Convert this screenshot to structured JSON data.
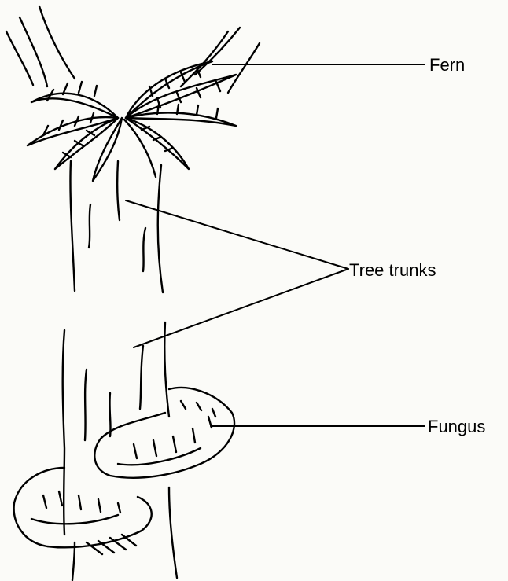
{
  "labels": {
    "fern": "Fern",
    "tree_trunks": "Tree trunks",
    "fungus": "Fungus"
  },
  "colors": {
    "ink": "#000000",
    "paper": "#fbfbf8"
  }
}
